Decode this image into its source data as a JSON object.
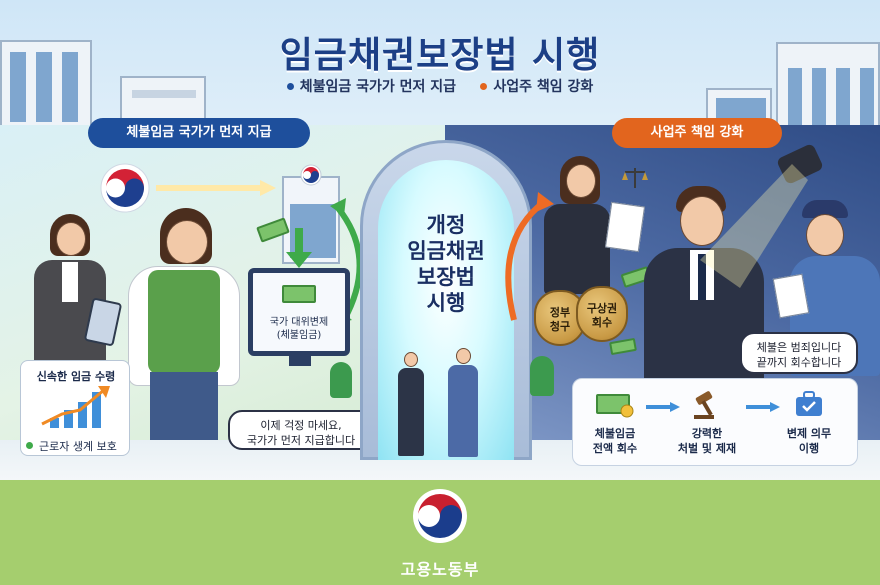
{
  "title": "임금채권보장법 시행",
  "subtitle": {
    "item1": "체불임금 국가가 먼저 지급",
    "item2": "사업주 책임 강화",
    "dot1_color": "#1e4f9c",
    "dot2_color": "#e2651e"
  },
  "left_section": {
    "ribbon": "체불임금 국가가 먼저 지급",
    "monitor_text_line1": "국가 대위변제",
    "monitor_text_line2": "(체불임금)",
    "bubble_line1": "이제 걱정 마세요,",
    "bubble_line2": "국가가 먼저 지급합니다",
    "card_title": "신속한 임금 수령",
    "card_footer": "근로자 생계 보호"
  },
  "center_gate": {
    "line1": "개정",
    "line2": "임금채권",
    "line3": "보장법",
    "line4": "시행"
  },
  "right_section": {
    "ribbon": "사업주 책임 강화",
    "bag1_line1": "정부",
    "bag1_line2": "청구",
    "bag2_line1": "구상권",
    "bag2_line2": "회수",
    "bubble_line1": "체불은 범죄입니다",
    "bubble_line2": "끝까지 회수합니다",
    "steps": [
      {
        "line1": "체불임금",
        "line2": "전액 회수",
        "icon": "money-icon"
      },
      {
        "line1": "강력한",
        "line2": "처벌 및 제재",
        "icon": "gavel-icon"
      },
      {
        "line1": "변제 의무",
        "line2": "이행",
        "icon": "briefcase-check-icon"
      }
    ]
  },
  "footer": {
    "ministry": "고용노동부",
    "logo": "taegeuk-logo-icon"
  },
  "colors": {
    "title": "#1c3f86",
    "ribbon_left": "#1e4f9c",
    "ribbon_right": "#e2651e",
    "band": "#a5ce6e"
  }
}
